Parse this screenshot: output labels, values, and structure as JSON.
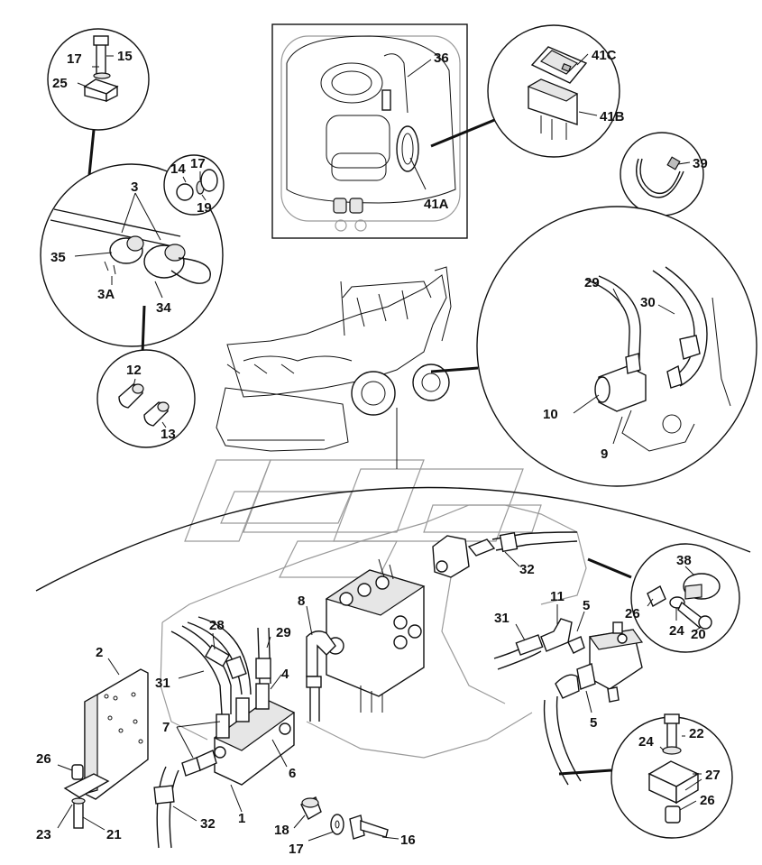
{
  "diagram": {
    "type": "exploded parts diagram",
    "labels": {
      "l1": "1",
      "l2": "2",
      "l3": "3",
      "l3A": "3A",
      "l4": "4",
      "l5a": "5",
      "l5b": "5",
      "l6": "6",
      "l7": "7",
      "l8": "8",
      "l9": "9",
      "l10": "10",
      "l11": "11",
      "l12": "12",
      "l13": "13",
      "l14": "14",
      "l15": "15",
      "l16": "16",
      "l17a": "17",
      "l17b": "17",
      "l17c": "17",
      "l18": "18",
      "l19": "19",
      "l20": "20",
      "l21": "21",
      "l22": "22",
      "l23": "23",
      "l24a": "24",
      "l24b": "24",
      "l25": "25",
      "l26a": "26",
      "l26b": "26",
      "l26c": "26",
      "l27": "27",
      "l28": "28",
      "l29a": "29",
      "l29b": "29",
      "l30": "30",
      "l31a": "31",
      "l31b": "31",
      "l32a": "32",
      "l32b": "32",
      "l34": "34",
      "l35": "35",
      "l36": "36",
      "l38": "38",
      "l39": "39",
      "l41A": "41A",
      "l41B": "41B",
      "l41C": "41C"
    }
  }
}
